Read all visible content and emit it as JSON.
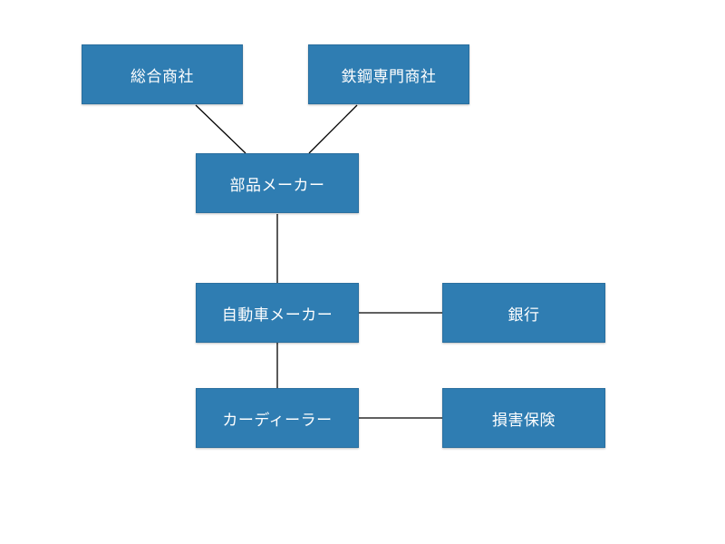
{
  "diagram": {
    "nodes": {
      "general_trading": "総合商社",
      "steel_trading": "鉄鋼専門商社",
      "parts_maker": "部品メーカー",
      "car_maker": "自動車メーカー",
      "bank": "銀行",
      "car_dealer": "カーディーラー",
      "insurance": "損害保険"
    },
    "colors": {
      "node_fill": "#2f7db2",
      "node_text": "#ffffff",
      "connector": "#000000"
    }
  }
}
